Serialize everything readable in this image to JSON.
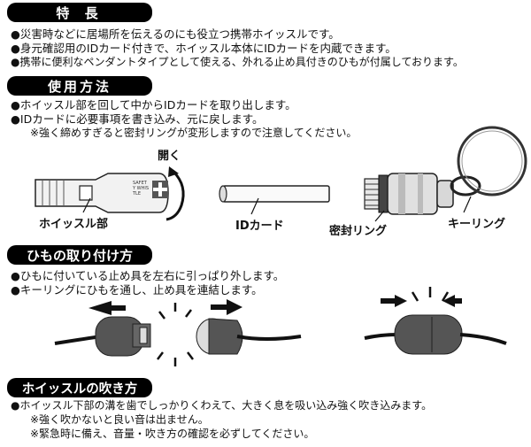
{
  "sections": {
    "features": {
      "title": "特 長",
      "bullets": [
        "●災害時などに居場所を伝えるのにも役立つ携帯ホイッスルです。",
        "●身元確認用のIDカード付きで、ホイッスル本体にIDカードを内蔵できます。",
        "●携帯に便利なペンダントタイプとして使える、外れる止め具付きのひもが付属しております。"
      ]
    },
    "usage": {
      "title": "使用方法",
      "bullets": [
        "●ホイッスル部を回して中からIDカードを取り出します。",
        "●IDカードに必要事項を書き込み、元に戻します。"
      ],
      "note": "※強く締めすぎると密封リングが変形しますので注意してください。",
      "labels": {
        "open": "開く",
        "whistle": "ホイッスル部",
        "id_card": "IDカード",
        "seal_ring": "密封リング",
        "key_ring": "キーリング"
      },
      "whistle_marking": "SAFETY WHISTLE"
    },
    "strap": {
      "title": "ひもの取り付け方",
      "bullets": [
        "●ひもに付いている止め具を左右に引っぱり外します。",
        "●キーリングにひもを通し、止め具を連結します。"
      ]
    },
    "blowing": {
      "title": "ホイッスルの吹き方",
      "bullets": [
        "●ホイッスル下部の溝を歯でしっかりくわえて、大きく息を吸い込み強く吹き込みます。"
      ],
      "notes": [
        "※強く吹かないと良い音は出ません。",
        "※緊急時に備え、音量・吹き方の確認を必ずしてください。"
      ]
    }
  }
}
